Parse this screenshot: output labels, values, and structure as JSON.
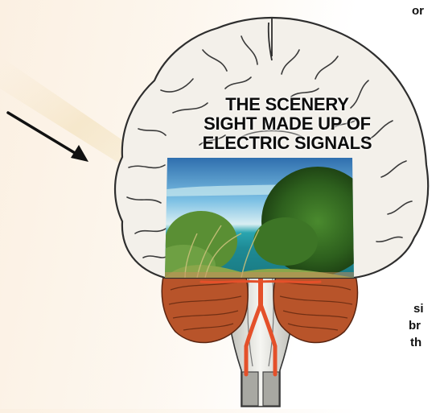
{
  "diagram": {
    "caption": {
      "line1": "THE SCENERY",
      "line2": "SIGHT MADE UP OF",
      "line3": "ELECTRIC SIGNALS"
    },
    "side_text": {
      "top": "or",
      "lower1": "si",
      "lower2": "br",
      "lower3": "th"
    },
    "colors": {
      "brain_fill": "#f3f0ea",
      "brain_outline": "#2e2e2e",
      "cerebellum": "#b8542a",
      "artery": "#e4502a",
      "sky": "#3f8fc4",
      "sea": "#2aa5b0",
      "foliage": "#2f6a1f",
      "arrow": "#111111"
    }
  }
}
